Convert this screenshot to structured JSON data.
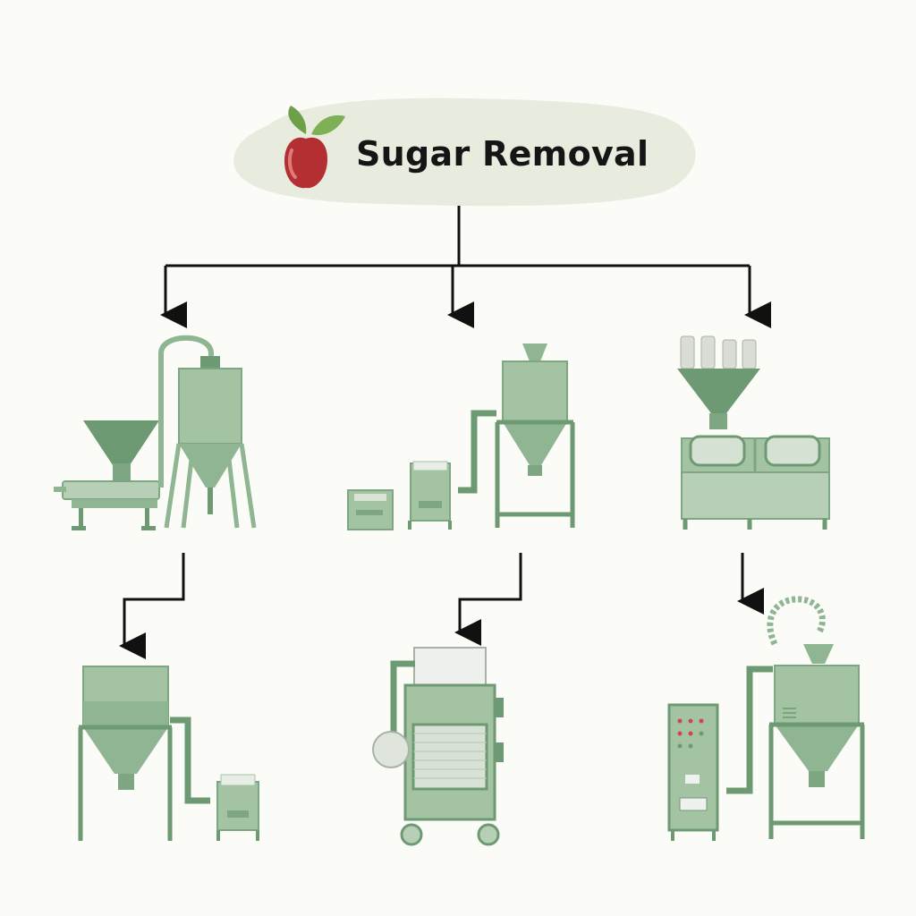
{
  "title": "Sugar Removal",
  "colors": {
    "background": "#fbfbf7",
    "banner": "#e7ecdf",
    "machine": "#8fb592",
    "machine_dark": "#6e9a73",
    "machine_light": "#b7cfb6",
    "connector": "#111111",
    "apple": "#b32f31",
    "leaf": "#6ea04a"
  },
  "icons": [
    "apple-icon",
    "arrow-down-icon"
  ],
  "machines": [
    "screw-conveyor-silo",
    "hopper-mixer-station",
    "bottle-filling-tanks",
    "conical-tank-with-scale",
    "filter-press-cart",
    "control-panel-reactor"
  ]
}
